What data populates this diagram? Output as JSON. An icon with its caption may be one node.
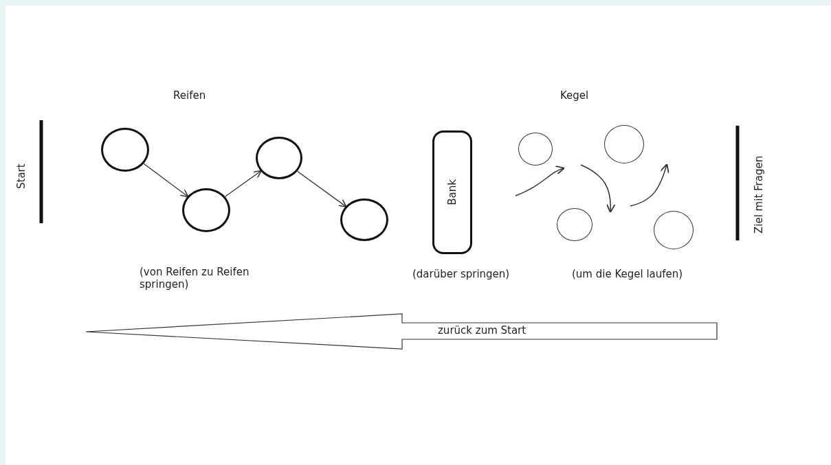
{
  "diagram": {
    "nodes": [
      {
        "text": [],
        "shape": "circle"
      },
      {
        "text": [],
        "shape": "circle"
      },
      {
        "text": [],
        "shape": "circle"
      },
      {
        "text": [],
        "shape": "circle"
      },
      {
        "text": [
          "Bank"
        ]
      },
      {
        "text": [],
        "shape": "circle"
      },
      {
        "text": [],
        "shape": "circle"
      },
      {
        "text": [],
        "shape": "circle"
      },
      {
        "text": [],
        "shape": "circle"
      }
    ],
    "edges": [
      {
        "from": 0,
        "to": 1,
        "arrow": "to"
      },
      {
        "from": 1,
        "to": 2,
        "arrow": "to"
      },
      {
        "from": 2,
        "to": 3,
        "arrow": "to"
      }
    ],
    "labels": [
      "Reifen",
      "Kegel",
      "Start",
      "Ziel mit Fragen",
      "(von Reifen zu Reifen springen)",
      "(darüber springen)",
      "(um die Kegel laufen)",
      "zurück zum Start"
    ]
  }
}
